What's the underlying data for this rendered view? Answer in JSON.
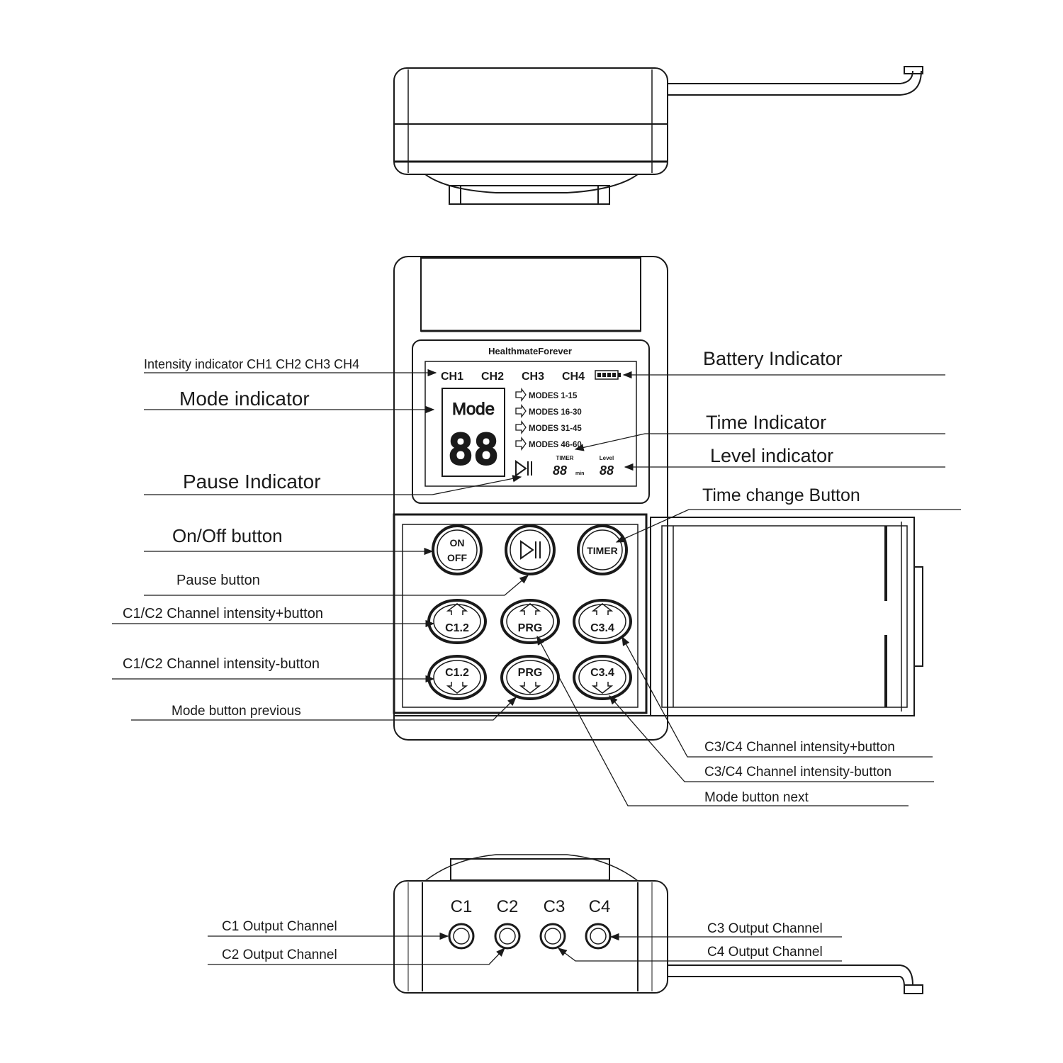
{
  "brand": "HealthmateForever",
  "lcd": {
    "channels": [
      "CH1",
      "CH2",
      "CH3",
      "CH4"
    ],
    "mode_word": "Mode",
    "mode_digits": "88",
    "modes": [
      "MODES 1-15",
      "MODES 16-30",
      "MODES 31-45",
      "MODES 46-60"
    ],
    "timer_label": "TIMER",
    "timer_digits": "88",
    "timer_unit": "min",
    "level_label": "Level",
    "level_digits": "88"
  },
  "buttons": {
    "on": "ON",
    "off": "OFF",
    "timer": "TIMER",
    "c12": "C1.2",
    "prg": "PRG",
    "c34": "C3.4"
  },
  "ports": [
    "C1",
    "C2",
    "C3",
    "C4"
  ],
  "callouts": {
    "intensity_indicator": "Intensity indicator CH1 CH2 CH3 CH4",
    "mode_indicator": "Mode indicator",
    "pause_indicator": "Pause Indicator",
    "on_off_button": "On/Off button",
    "pause_button": "Pause button",
    "c12_plus": "C1/C2 Channel intensity+button",
    "c12_minus": "C1/C2 Channel intensity-button",
    "mode_prev": "Mode button previous",
    "battery_indicator": "Battery Indicator",
    "time_indicator": "Time Indicator",
    "level_indicator": "Level indicator",
    "time_change_button": "Time change Button",
    "c34_plus": "C3/C4 Channel intensity+button",
    "c34_minus": "C3/C4  Channel intensity-button",
    "mode_next": "Mode button next",
    "c1_out": "C1 Output Channel",
    "c2_out": "C2 Output Channel",
    "c3_out": "C3 Output Channel",
    "c4_out": "C4 Output Channel"
  }
}
